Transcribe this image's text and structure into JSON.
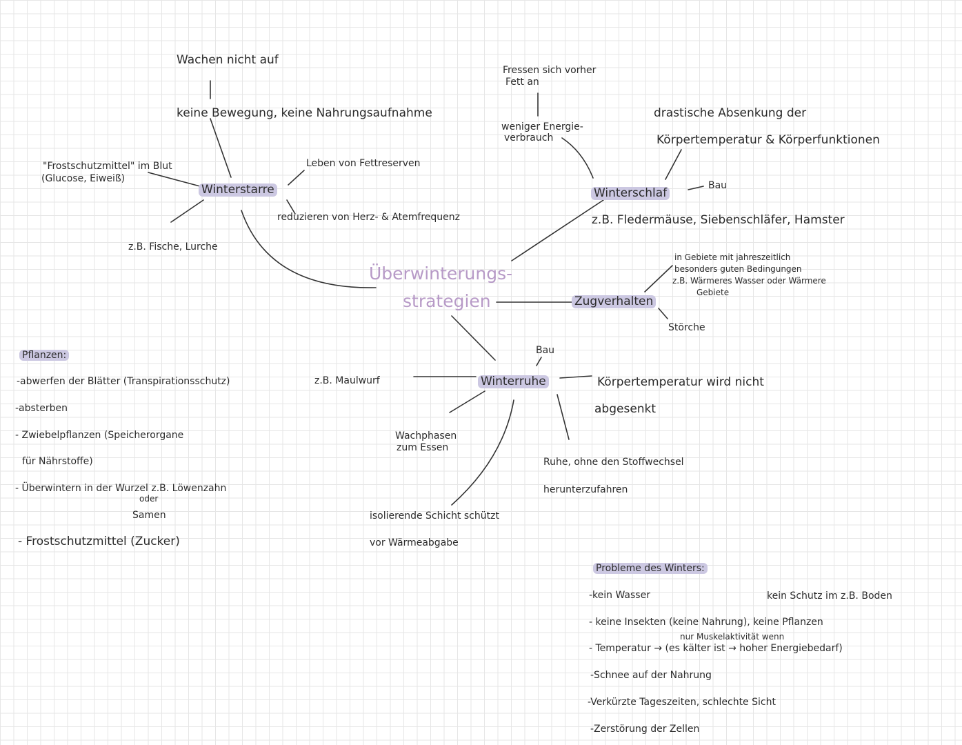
{
  "center": {
    "line1": "Überwinterungs-",
    "line2": "strategien"
  },
  "winterstarre": {
    "title": "Winterstarre",
    "wachen": "Wachen nicht auf",
    "keine_bewegung": "keine Bewegung, keine Nahrungsaufnahme",
    "frostschutz_line1": "\"Frostschutzmittel\" im Blut",
    "frostschutz_line2": "(Glucose, Eiweiß)",
    "fettreserven": "Leben von Fettreserven",
    "reduzieren": "reduzieren von Herz- & Atemfrequenz",
    "beispiel": "z.B. Fische, Lurche"
  },
  "winterschlaf": {
    "title": "Winterschlaf",
    "fressen_line1": "Fressen sich vorher",
    "fressen_line2": "Fett an",
    "energie_line1": "weniger Energie-",
    "energie_line2": "verbrauch",
    "absenkung_line1": "drastische Absenkung der",
    "absenkung_line2": "Körpertemperatur & Körperfunktionen",
    "bau": "Bau",
    "beispiel": "z.B. Fledermäuse, Siebenschläfer, Hamster"
  },
  "zugverhalten": {
    "title": "Zugverhalten",
    "gebiete_line1": "in Gebiete mit jahreszeitlich",
    "gebiete_line2": "besonders guten Bedingungen",
    "gebiete_line3": "z.B. Wärmeres Wasser oder Wärmere",
    "gebiete_line4": "Gebiete",
    "beispiel": "Störche"
  },
  "winterruhe": {
    "title": "Winterruhe",
    "bau": "Bau",
    "beispiel": "z.B. Maulwurf",
    "koerper_line1": "Körpertemperatur wird nicht",
    "koerper_line2": "abgesenkt",
    "wachphasen_line1": "Wachphasen",
    "wachphasen_line2": "zum Essen",
    "ruhe_line1": "Ruhe, ohne den Stoffwechsel",
    "ruhe_line2": "herunterzufahren",
    "schicht_line1": "isolierende Schicht schützt",
    "schicht_line2": "vor Wärmeabgabe"
  },
  "pflanzen": {
    "title": "Pflanzen:",
    "item1": "-abwerfen der Blätter (Transpirationsschutz)",
    "item2": "-absterben",
    "item3_line1": "- Zwiebelpflanzen (Speicherorgane",
    "item3_line2": "für Nährstoffe)",
    "item4_line1": "- Überwintern in der Wurzel z.B. Löwenzahn",
    "item4_oder": "oder",
    "item4_samen": "Samen",
    "item5": "- Frostschutzmittel (Zucker)"
  },
  "probleme": {
    "title": "Probleme des Winters:",
    "item1": "-kein Wasser",
    "item1_side": "kein Schutz im z.B. Boden",
    "item2": "- keine Insekten (keine Nahrung), keine Pflanzen",
    "item3_note": "nur Muskelaktivität wenn",
    "item3": "- Temperatur → (es kälter ist → hoher Energiebedarf)",
    "item4": "-Schnee auf der Nahrung",
    "item5": "-Verkürzte Tageszeiten, schlechte Sicht",
    "item6": "-Zerstörung der Zellen"
  }
}
